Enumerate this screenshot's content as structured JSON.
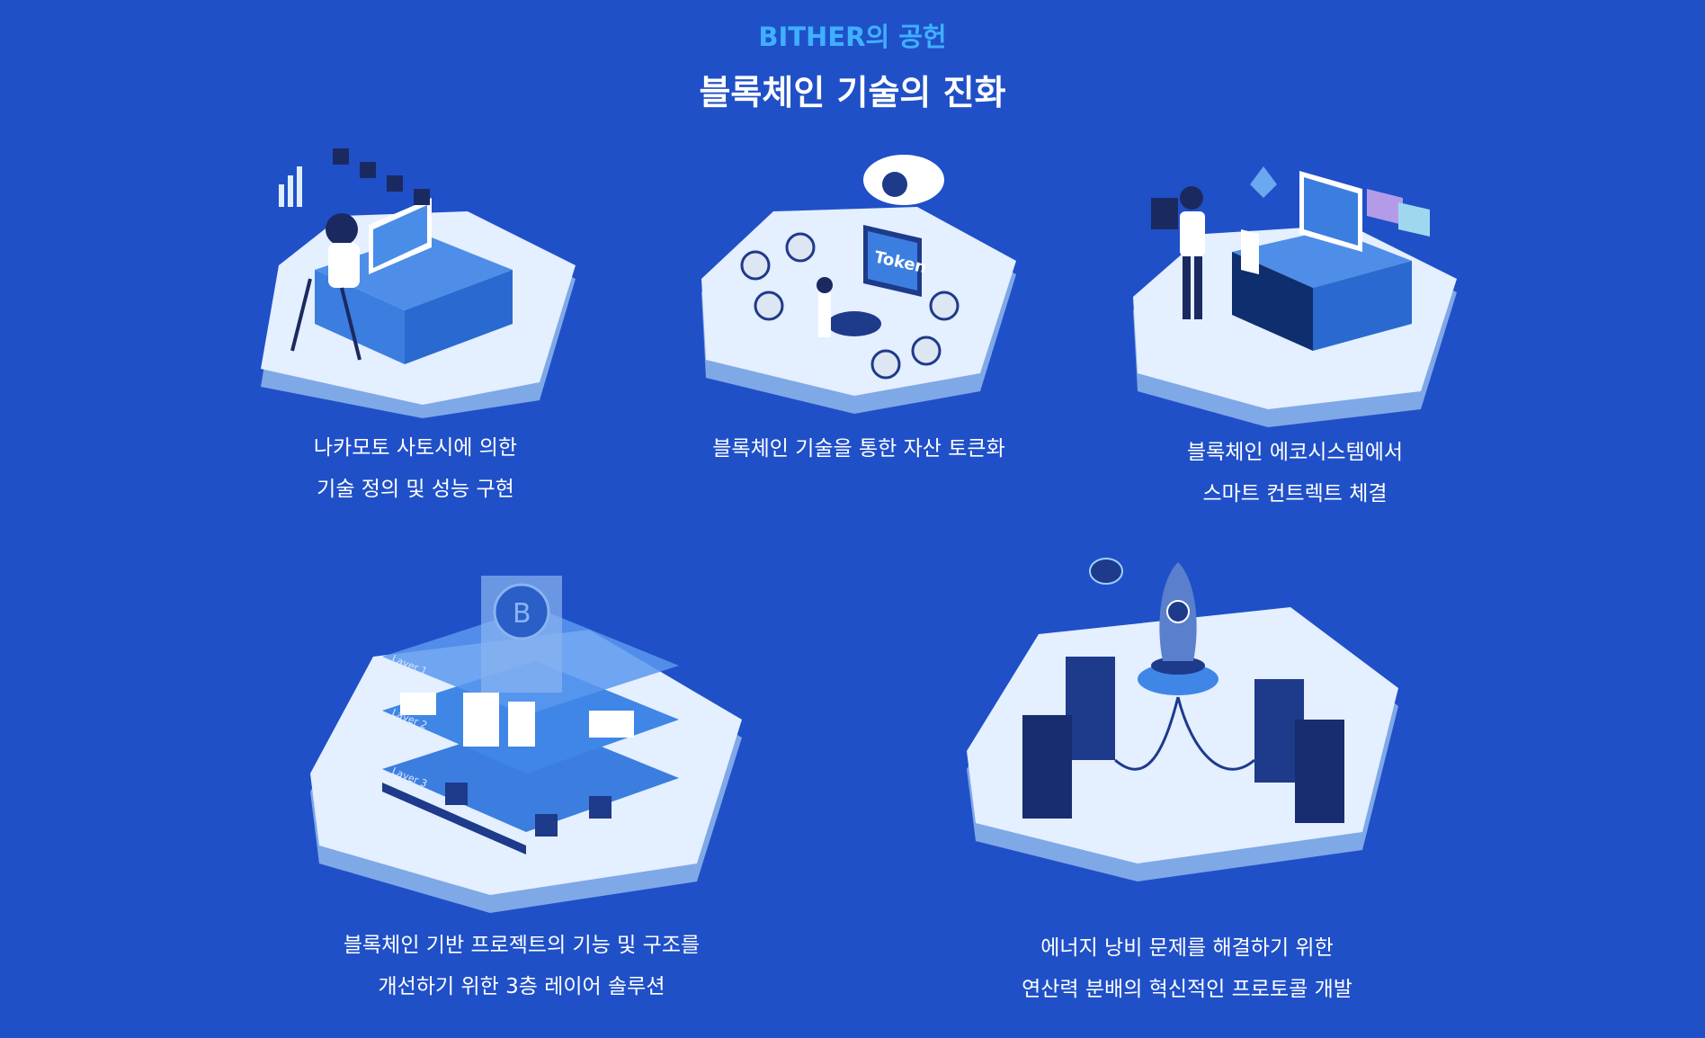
{
  "header": {
    "eyebrow": "BITHER의 공헌",
    "title": "블록체인 기술의 진화"
  },
  "cards": [
    {
      "icon": "developer-laptop-illustration",
      "lines": [
        "나카모토 사토시에 의한",
        "기술 정의 및 성능 구현"
      ]
    },
    {
      "icon": "token-network-illustration",
      "lines": [
        "블록체인 기술을 통한 자산 토큰화"
      ]
    },
    {
      "icon": "smart-contract-illustration",
      "lines": [
        "블록체인 에코시스템에서",
        "스마트 컨트렉트 체결"
      ]
    },
    {
      "icon": "three-layer-illustration",
      "lines": [
        "블록체인 기반 프로젝트의 기능 및 구조를",
        "개선하기 위한 3층 레이어 솔루션"
      ]
    },
    {
      "icon": "rocket-servers-illustration",
      "lines": [
        "에너지 낭비 문제를 해결하기 위한",
        "연산력 분배의 혁신적인 프로토콜 개발"
      ]
    }
  ],
  "illustration_text": {
    "token": "Token",
    "layer1": "Layer 1",
    "layer2": "Layer 2",
    "layer3": "Layer 3"
  },
  "colors": {
    "background": "#2050c8",
    "accent": "#3fb0ff",
    "platform": "#dbe9fb",
    "platform_side": "#8fb8ee"
  }
}
